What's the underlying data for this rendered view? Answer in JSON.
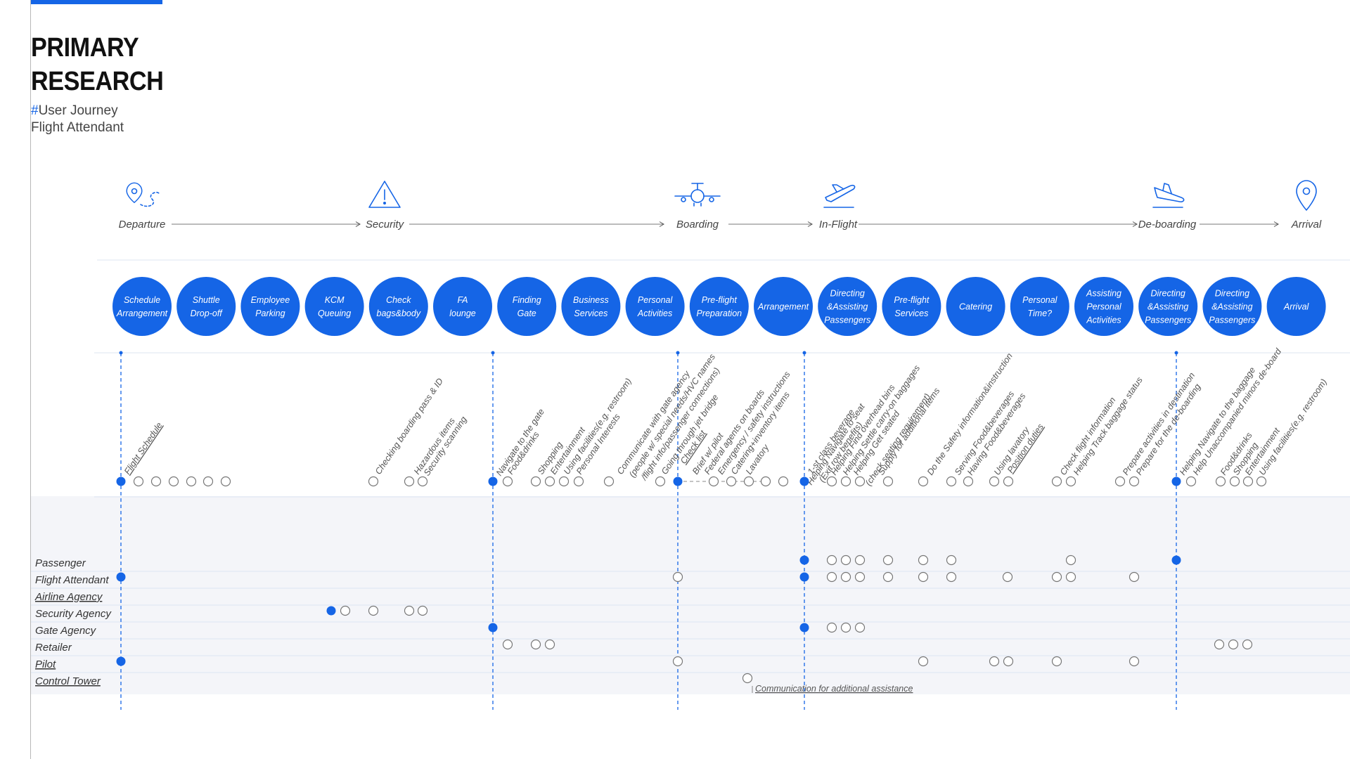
{
  "header": {
    "title_line1": "PRIMARY",
    "title_line2": "RESEARCH",
    "subtitle_hash": "#",
    "subtitle_line1": "User Journey",
    "subtitle_line2": "Flight Attendant"
  },
  "colors": {
    "accent": "#1565e6",
    "grid": "#dde5f2",
    "band": "#f4f5f9",
    "hollow": "#777777"
  },
  "phases": [
    {
      "label": "Departure",
      "icon": "map-pin-route-icon"
    },
    {
      "label": "Security",
      "icon": "warning-triangle-icon"
    },
    {
      "label": "Boarding",
      "icon": "airplane-front-icon"
    },
    {
      "label": "In-Flight",
      "icon": "airplane-takeoff-icon"
    },
    {
      "label": "De-boarding",
      "icon": "airplane-landing-icon"
    },
    {
      "label": "Arrival",
      "icon": "map-pin-icon"
    }
  ],
  "steps": [
    [
      "Schedule",
      "Arrangement"
    ],
    [
      "Shuttle",
      "Drop-off"
    ],
    [
      "Employee",
      "Parking"
    ],
    [
      "KCM",
      "Queuing"
    ],
    [
      "Check",
      "bags&body"
    ],
    [
      "FA",
      "lounge"
    ],
    [
      "Finding",
      "Gate"
    ],
    [
      "Business",
      "Services"
    ],
    [
      "Personal",
      "Activities"
    ],
    [
      "Pre-flight",
      "Preparation"
    ],
    [
      "Arrangement"
    ],
    [
      "Directing",
      "&Assisting",
      "Passengers"
    ],
    [
      "Pre-flight",
      "Services"
    ],
    [
      "Catering"
    ],
    [
      "Personal",
      "Time?"
    ],
    [
      "Assisting",
      "Personal",
      "Activities"
    ],
    [
      "Directing",
      "&Assisting",
      "Passengers"
    ],
    [
      "Directing",
      "&Assisting",
      "Passengers"
    ],
    [
      "Arrival"
    ]
  ],
  "task_groups": [
    {
      "lines": [
        "Flight Schedule"
      ],
      "underline": true
    },
    {
      "lines": [
        "Checking boarding pass & ID"
      ]
    },
    {
      "lines": [
        "Hazardous items",
        "Security scanning"
      ]
    },
    {
      "lines": [
        "Navigate to the gate",
        "Food&drinks"
      ]
    },
    {
      "lines": [
        "Shopping",
        "Entertainment",
        "Using facilities(e.g. restroom)",
        "Personal Interests"
      ]
    },
    {
      "lines": [
        "Communicate with gate agency",
        "(people w/ special needs/HVC names",
        "/flight info/passenger connections)"
      ]
    },
    {
      "lines": [
        "Going through jet bridge",
        "Check list",
        "Brief w/ pilot",
        "Federal agents on boards",
        "Emergency / safety instructions",
        "Catering+inventory items",
        "Lavatory"
      ]
    },
    {
      "lines": [
        "1-st class beverage",
        "Helping Navigate to seat",
        "(Exit row benefits)",
        "Helping Find overhead bins",
        "Helping Settle carry-on baggages",
        "Helping Get seated",
        "(check seating requirement)",
        "Supply for additional items"
      ]
    },
    {
      "lines": [
        "Do the Safety information&instruction",
        "Serving Food&beverages",
        "Having Food&beverages",
        "Using lavatory",
        "Position duties"
      ]
    },
    {
      "lines": [
        "Check flight information",
        "Helping Track baggage status"
      ]
    },
    {
      "lines": [
        "Prepare activities in destination",
        "Prepare for the de-boarding"
      ]
    },
    {
      "lines": [
        "Helping Navigate to the baggage",
        "Help Unaccompanied minors de-board",
        "Food&drinks",
        "Shopping",
        "Entertainment",
        "Using facilities(e.g. restroom)"
      ]
    }
  ],
  "roles": [
    "Passenger",
    "Flight Attendant",
    "Airline Agency",
    "Security Agency",
    "Gate Agency",
    "Retailer",
    "Pilot",
    "Control Tower"
  ],
  "note": "Communication for additional assistance"
}
